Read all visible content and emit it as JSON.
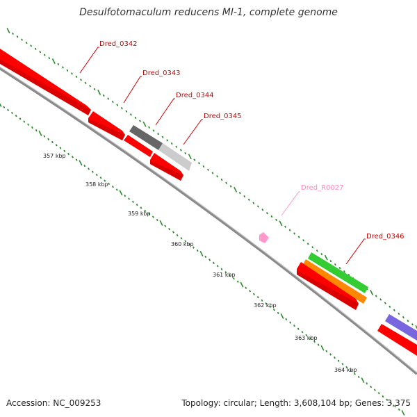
{
  "title": "Desulfotomaculum reducens MI-1, complete genome",
  "footer": {
    "accession": "Accession: NC_009253",
    "summary": "Topology: circular; Length: 3,608,104 bp; Genes: 3,375"
  },
  "colors": {
    "cds_forward": "#ff0000",
    "cds_forward_dark": "#c40000",
    "pseudo_dark": "#666666",
    "pseudo_light": "#cccccc",
    "rna": "#ff99cc",
    "green": "#33cc33",
    "orange": "#ff8800",
    "blue": "#7766dd",
    "tick": "#2a8a2a",
    "backbone": "#999999"
  },
  "scale_labels": [
    "357 kbp",
    "358 kbp",
    "359 kbp",
    "360 kbp",
    "361 kbp",
    "362 kbp",
    "363 kbp",
    "364 kbp"
  ],
  "gene_labels": [
    {
      "text": "Dred_0342",
      "color": "#cc0000"
    },
    {
      "text": "Dred_0343",
      "color": "#cc0000"
    },
    {
      "text": "Dred_0344",
      "color": "#cc0000"
    },
    {
      "text": "Dred_0345",
      "color": "#cc0000"
    },
    {
      "text": "Dred_R0027",
      "color": "#ff88bb"
    },
    {
      "text": "Dred_0346",
      "color": "#cc0000"
    }
  ]
}
